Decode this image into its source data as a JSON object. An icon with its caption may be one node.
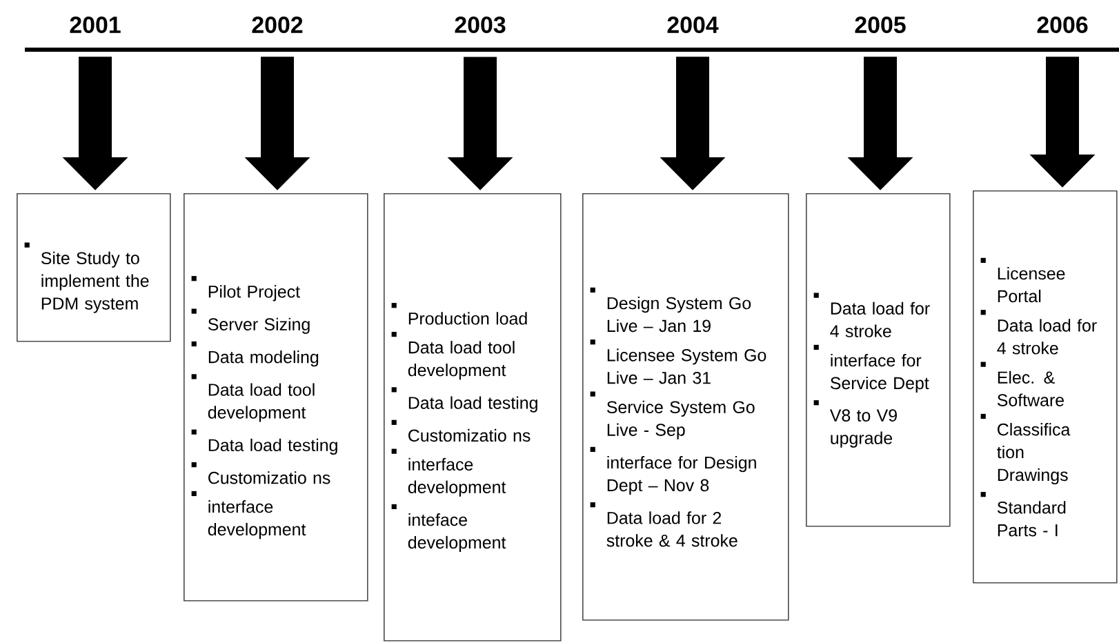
{
  "diagram": {
    "nodes": [
      {
        "text": [
          "2001"
        ]
      },
      {
        "text": [
          "2002"
        ]
      },
      {
        "text": [
          "2003"
        ]
      },
      {
        "text": [
          "2004"
        ]
      },
      {
        "text": [
          "2005"
        ]
      },
      {
        "text": [
          "2006"
        ]
      },
      {
        "text": [
          "Site Study to implement the PDM system"
        ]
      },
      {
        "text": [
          "Pilot Project",
          "Server Sizing",
          "Data modeling",
          "Data load tool development",
          "Data load testing",
          "Customizatio ns",
          "interface development"
        ]
      },
      {
        "text": [
          "Production load",
          "Data load tool development",
          "Data load testing",
          "Customizatio ns",
          "interface development",
          "inteface development"
        ]
      },
      {
        "text": [
          "Design System Go Live – Jan 19",
          "Licensee System Go Live – Jan 31",
          "Service System Go Live - Sep",
          "interface for Design Dept – Nov 8",
          "Data load for 2 stroke & 4 stroke"
        ]
      },
      {
        "text": [
          "Data load for 4 stroke",
          "interface for Service Dept",
          "V8 to V9 upgrade"
        ]
      },
      {
        "text": [
          "Licensee Portal",
          "Data load for 4 stroke",
          "Elec. & Software",
          "Classifica tion Drawings",
          "Standard Parts - I"
        ]
      }
    ],
    "edges": [
      {
        "from": 0,
        "to": 6,
        "arrow": "to"
      },
      {
        "from": 1,
        "to": 7,
        "arrow": "to"
      },
      {
        "from": 2,
        "to": 8,
        "arrow": "to"
      },
      {
        "from": 3,
        "to": 9,
        "arrow": "to"
      },
      {
        "from": 4,
        "to": 10,
        "arrow": "to"
      },
      {
        "from": 5,
        "to": 11,
        "arrow": "to"
      }
    ]
  }
}
